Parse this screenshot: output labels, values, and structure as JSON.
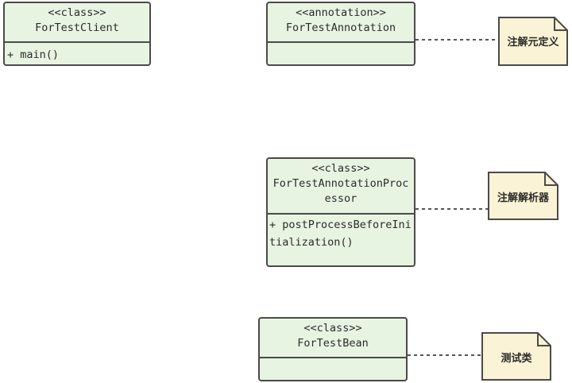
{
  "classes": {
    "client": {
      "stereotype": "<<class>>",
      "name": "ForTestClient",
      "members": [
        "+ main()"
      ]
    },
    "annotation": {
      "stereotype": "<<annotation>>",
      "name": "ForTestAnnotation",
      "members": []
    },
    "processor": {
      "stereotype": "<<class>>",
      "name": "ForTestAnnotationProcessor",
      "members": [
        "+ postProcessBeforeInitialization()"
      ]
    },
    "bean": {
      "stereotype": "<<class>>",
      "name": "ForTestBean",
      "members": []
    }
  },
  "notes": {
    "annotation": "注解元定义",
    "processor": "注解解析器",
    "bean": "测试类"
  },
  "colors": {
    "class_fill": "#e8f4e2",
    "class_border": "#4a4a4a",
    "note_fill": "#fbf3d5",
    "note_border": "#4a4a4a",
    "connector": "#555555"
  }
}
